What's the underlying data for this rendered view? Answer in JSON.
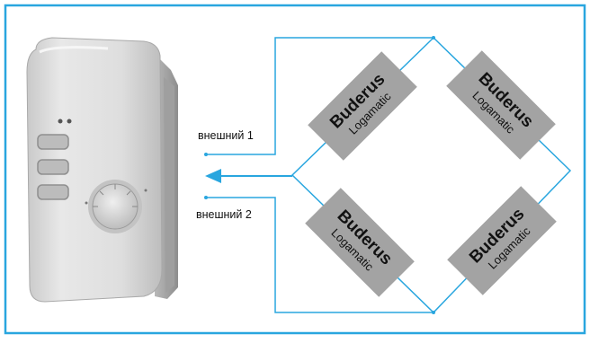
{
  "colors": {
    "frame": "#29a6df",
    "line": "#29a6df",
    "module_fill": "#a3a3a3",
    "device_body": "#d6d6d6"
  },
  "labels": {
    "external_1": "внешний 1",
    "external_2": "внешний 2"
  },
  "modules": [
    {
      "brand": "Buderus",
      "model": "Logamatic"
    },
    {
      "brand": "Buderus",
      "model": "Logamatic"
    },
    {
      "brand": "Buderus",
      "model": "Logamatic"
    },
    {
      "brand": "Buderus",
      "model": "Logamatic"
    }
  ],
  "icons": {
    "device": "wall-thermostat-icon",
    "arrow": "arrow-left-icon"
  }
}
